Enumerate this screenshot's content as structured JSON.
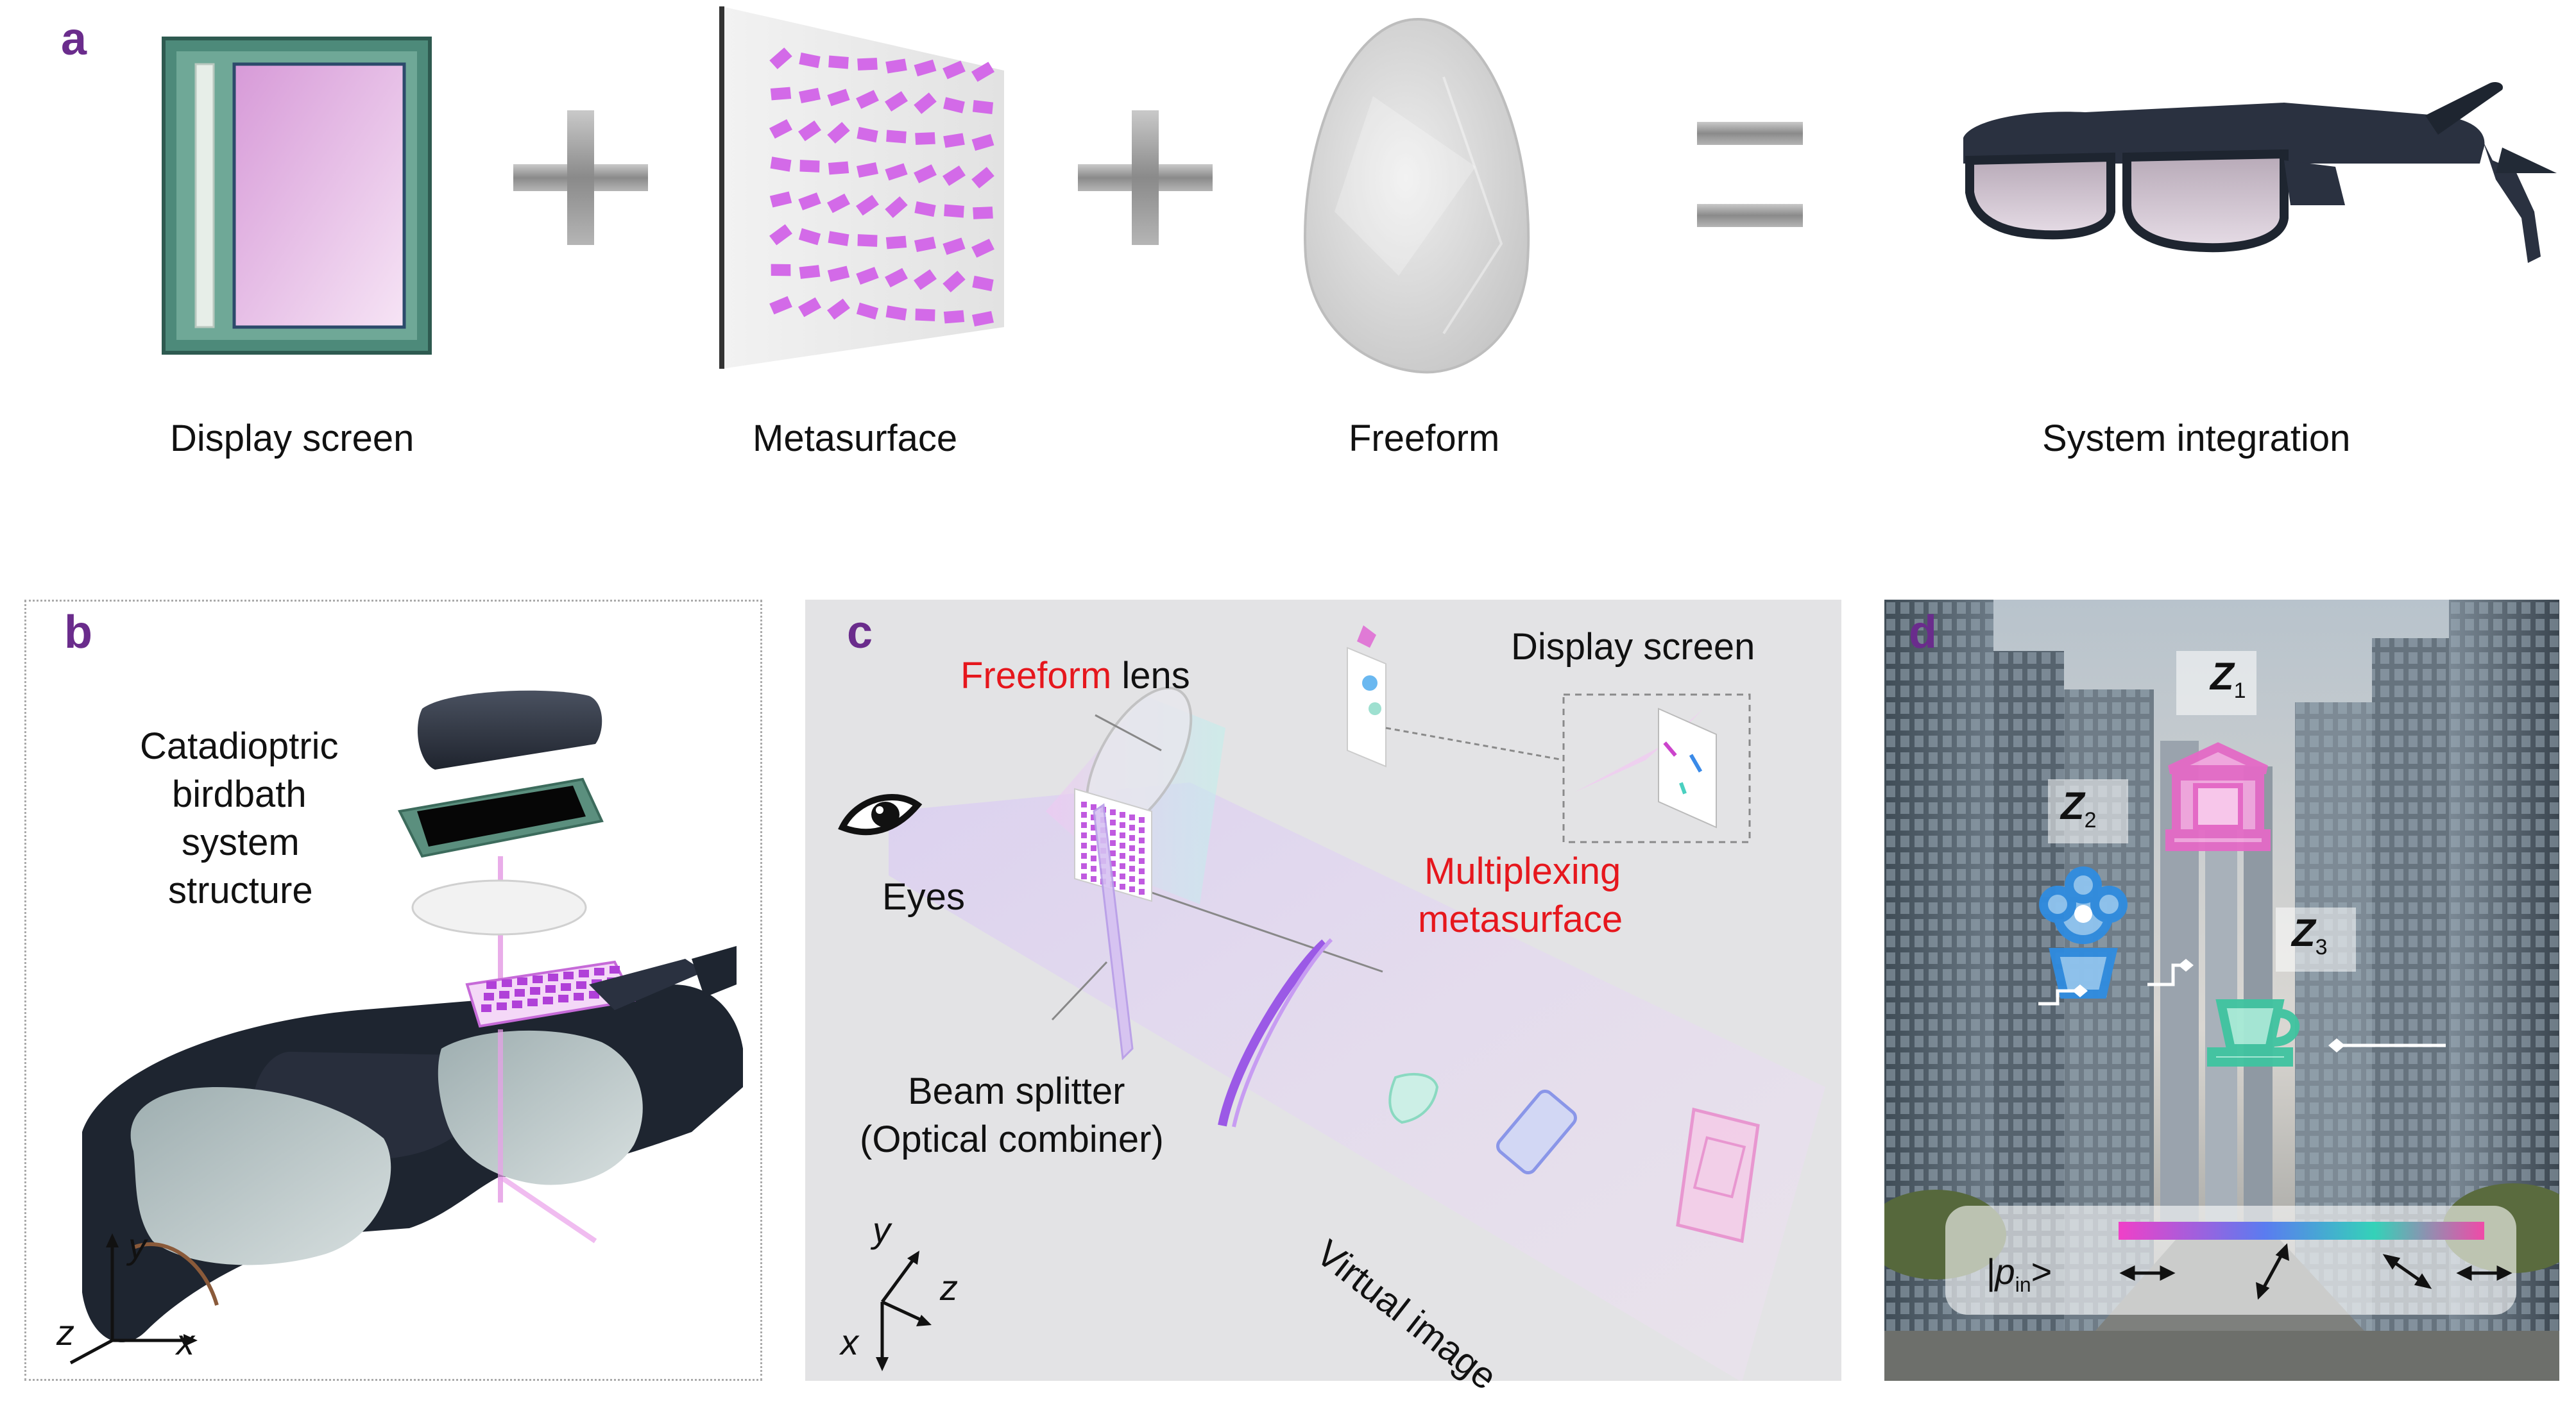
{
  "panel_a": {
    "label": "a",
    "captions": {
      "display": "Display screen",
      "metasurface": "Metasurface",
      "freeform": "Freeform",
      "system": "System integration"
    },
    "operators": [
      "+",
      "+",
      "="
    ]
  },
  "panel_b": {
    "label": "b",
    "title_lines": [
      "Catadioptric",
      "birdbath",
      "system",
      "structure"
    ],
    "axes": {
      "y": "y",
      "z": "z",
      "x": "x"
    }
  },
  "panel_c": {
    "label": "c",
    "freeform_red": "Freeform",
    "freeform_rest": " lens",
    "display_screen": "Display screen",
    "eyes": "Eyes",
    "multiplexing_lines": [
      "Multiplexing",
      "metasurface"
    ],
    "beam_splitter_lines": [
      "Beam splitter",
      "(Optical combiner)"
    ],
    "virtual_image": "Virtual image",
    "axes": {
      "y": "y",
      "z": "z",
      "x": "x"
    }
  },
  "panel_d": {
    "label": "d",
    "depths": [
      {
        "base": "Z",
        "sub": "1"
      },
      {
        "base": "Z",
        "sub": "2"
      },
      {
        "base": "Z",
        "sub": "3"
      }
    ],
    "polarization": {
      "prefix": "|p",
      "sub": "in",
      "suffix": ">"
    }
  },
  "colors": {
    "label_purple": "#6a2c8c",
    "highlight_red": "#e6171d",
    "meta_pink": "#d36ae8",
    "panel_c_bg": "#e3e3e5"
  }
}
